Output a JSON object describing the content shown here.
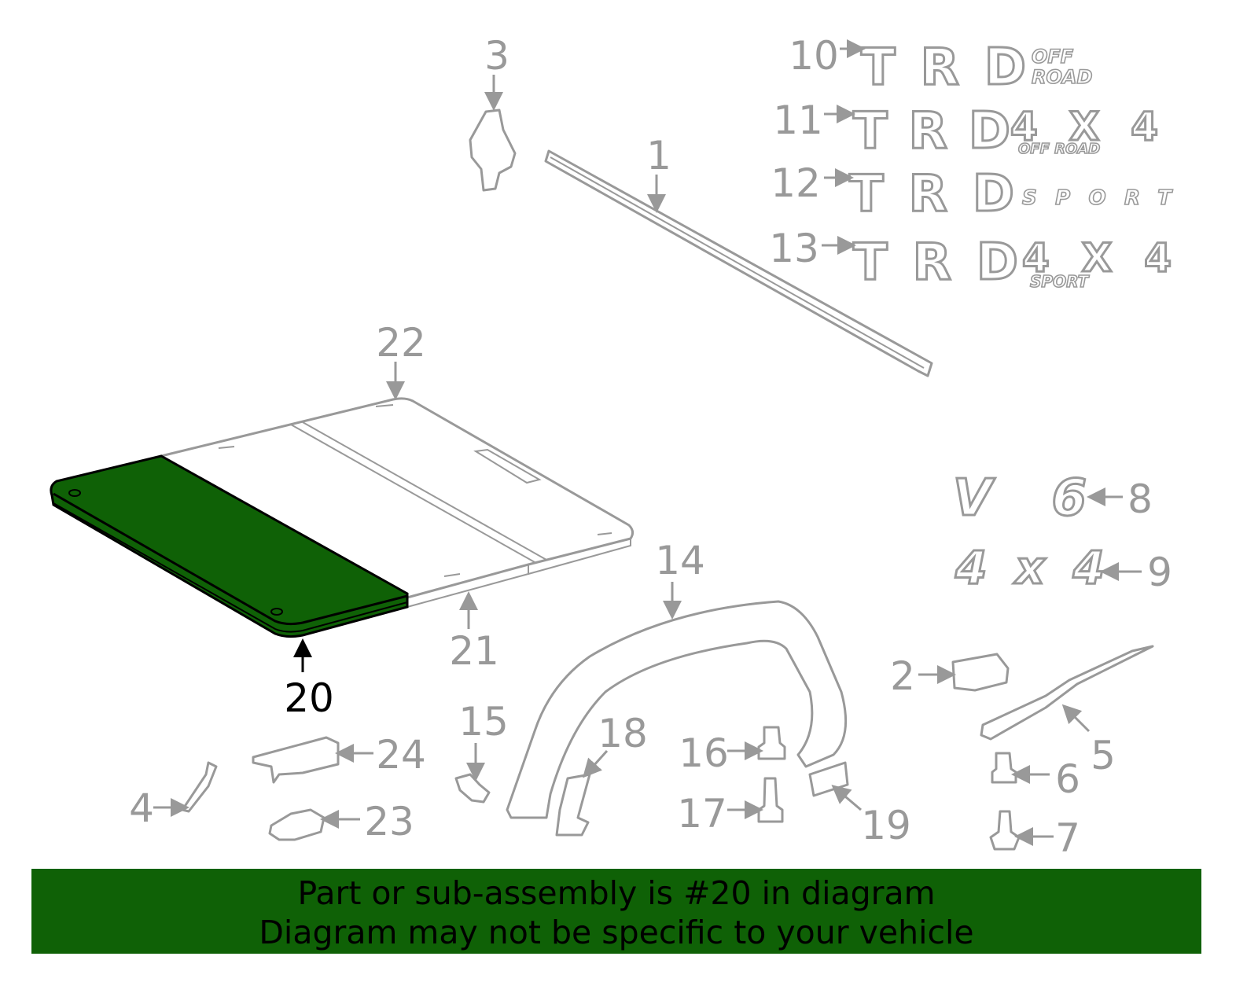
{
  "diagram": {
    "highlight_color": "#0f6106",
    "part_color": "#999999",
    "highlighted_part": "20",
    "callouts": {
      "p1": "1",
      "p2": "2",
      "p3": "3",
      "p4": "4",
      "p5": "5",
      "p6": "6",
      "p7": "7",
      "p8": "8",
      "p9": "9",
      "p10": "10",
      "p11": "11",
      "p12": "12",
      "p13": "13",
      "p14": "14",
      "p15": "15",
      "p16": "16",
      "p17": "17",
      "p18": "18",
      "p19": "19",
      "p20": "20",
      "p21": "21",
      "p22": "22",
      "p23": "23",
      "p24": "24"
    },
    "logos": {
      "trd": "TRD",
      "off": "OFF",
      "road": "ROAD",
      "x4": "4X4",
      "off_road": "OFF ROAD",
      "sport": "SPORT",
      "v6": "V6",
      "four_x_four": "4x4"
    }
  },
  "banner": {
    "line1": "Part or sub-assembly is #20 in diagram",
    "line2": "Diagram may not be specific to your vehicle"
  }
}
